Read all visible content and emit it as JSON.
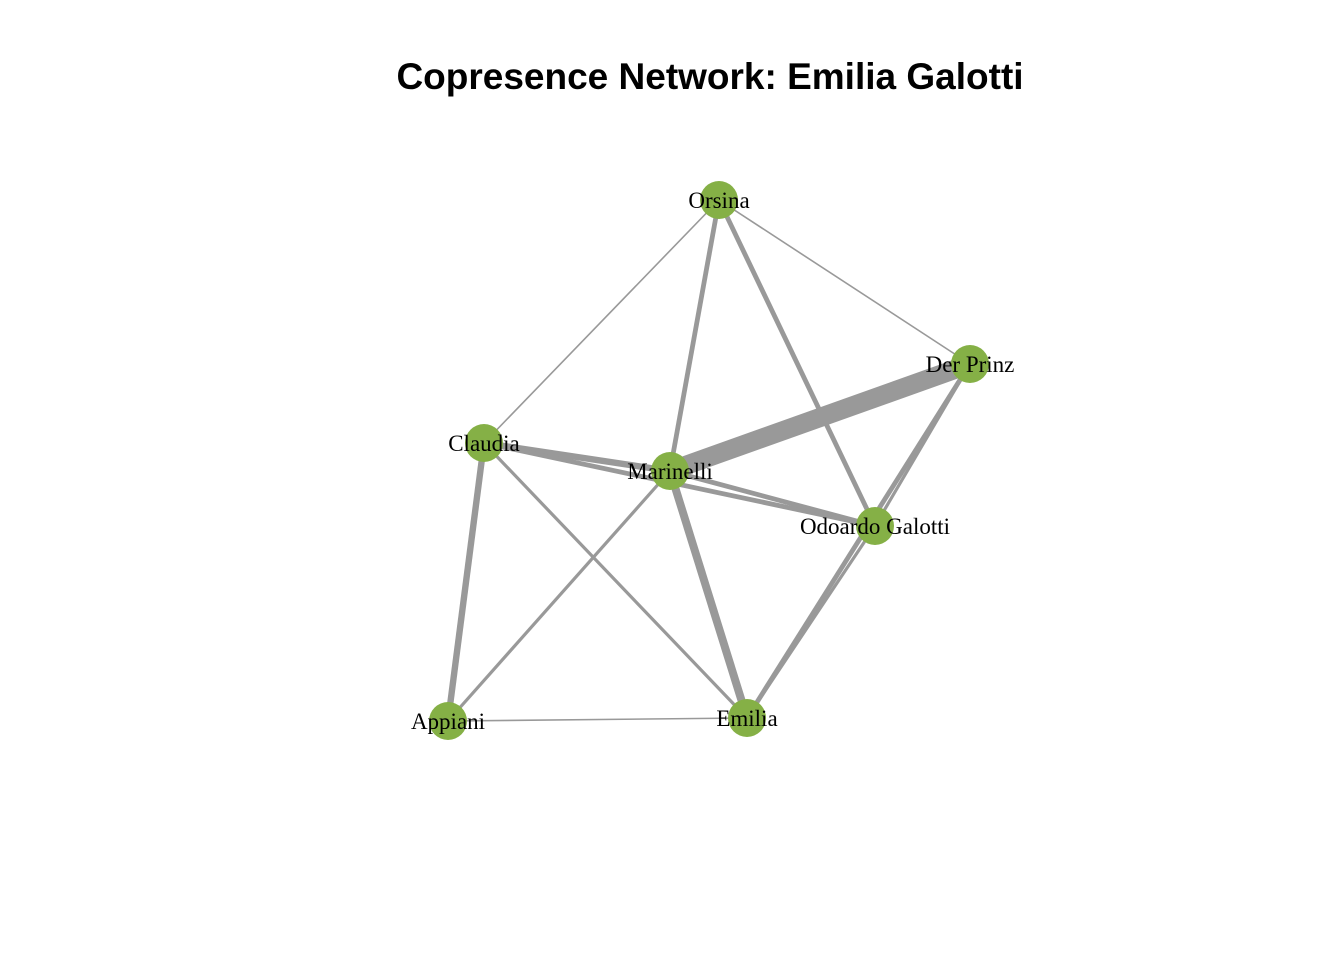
{
  "title": "Copresence Network: Emilia Galotti",
  "colors": {
    "node": "#85b046",
    "edge": "#999999",
    "label": "#000000",
    "background": "#ffffff"
  },
  "nodes": [
    {
      "id": "orsina",
      "label": "Orsina"
    },
    {
      "id": "der-prinz",
      "label": "Der Prinz"
    },
    {
      "id": "claudia",
      "label": "Claudia"
    },
    {
      "id": "marinelli",
      "label": "Marinelli"
    },
    {
      "id": "odoardo",
      "label": "Odoardo Galotti"
    },
    {
      "id": "appiani",
      "label": "Appiani"
    },
    {
      "id": "emilia",
      "label": "Emilia"
    }
  ],
  "edges": [
    {
      "source": "orsina",
      "target": "claudia",
      "weight": 1
    },
    {
      "source": "orsina",
      "target": "der-prinz",
      "weight": 1
    },
    {
      "source": "orsina",
      "target": "marinelli",
      "weight": 3
    },
    {
      "source": "orsina",
      "target": "odoardo",
      "weight": 3
    },
    {
      "source": "der-prinz",
      "target": "marinelli",
      "weight": 12
    },
    {
      "source": "der-prinz",
      "target": "odoardo",
      "weight": 2
    },
    {
      "source": "der-prinz",
      "target": "emilia",
      "weight": 3
    },
    {
      "source": "claudia",
      "target": "marinelli",
      "weight": 4
    },
    {
      "source": "claudia",
      "target": "odoardo",
      "weight": 3
    },
    {
      "source": "claudia",
      "target": "appiani",
      "weight": 4
    },
    {
      "source": "claudia",
      "target": "emilia",
      "weight": 2
    },
    {
      "source": "marinelli",
      "target": "odoardo",
      "weight": 3
    },
    {
      "source": "marinelli",
      "target": "appiani",
      "weight": 2
    },
    {
      "source": "marinelli",
      "target": "emilia",
      "weight": 5
    },
    {
      "source": "odoardo",
      "target": "emilia",
      "weight": 2
    },
    {
      "source": "appiani",
      "target": "emilia",
      "weight": 1
    }
  ]
}
